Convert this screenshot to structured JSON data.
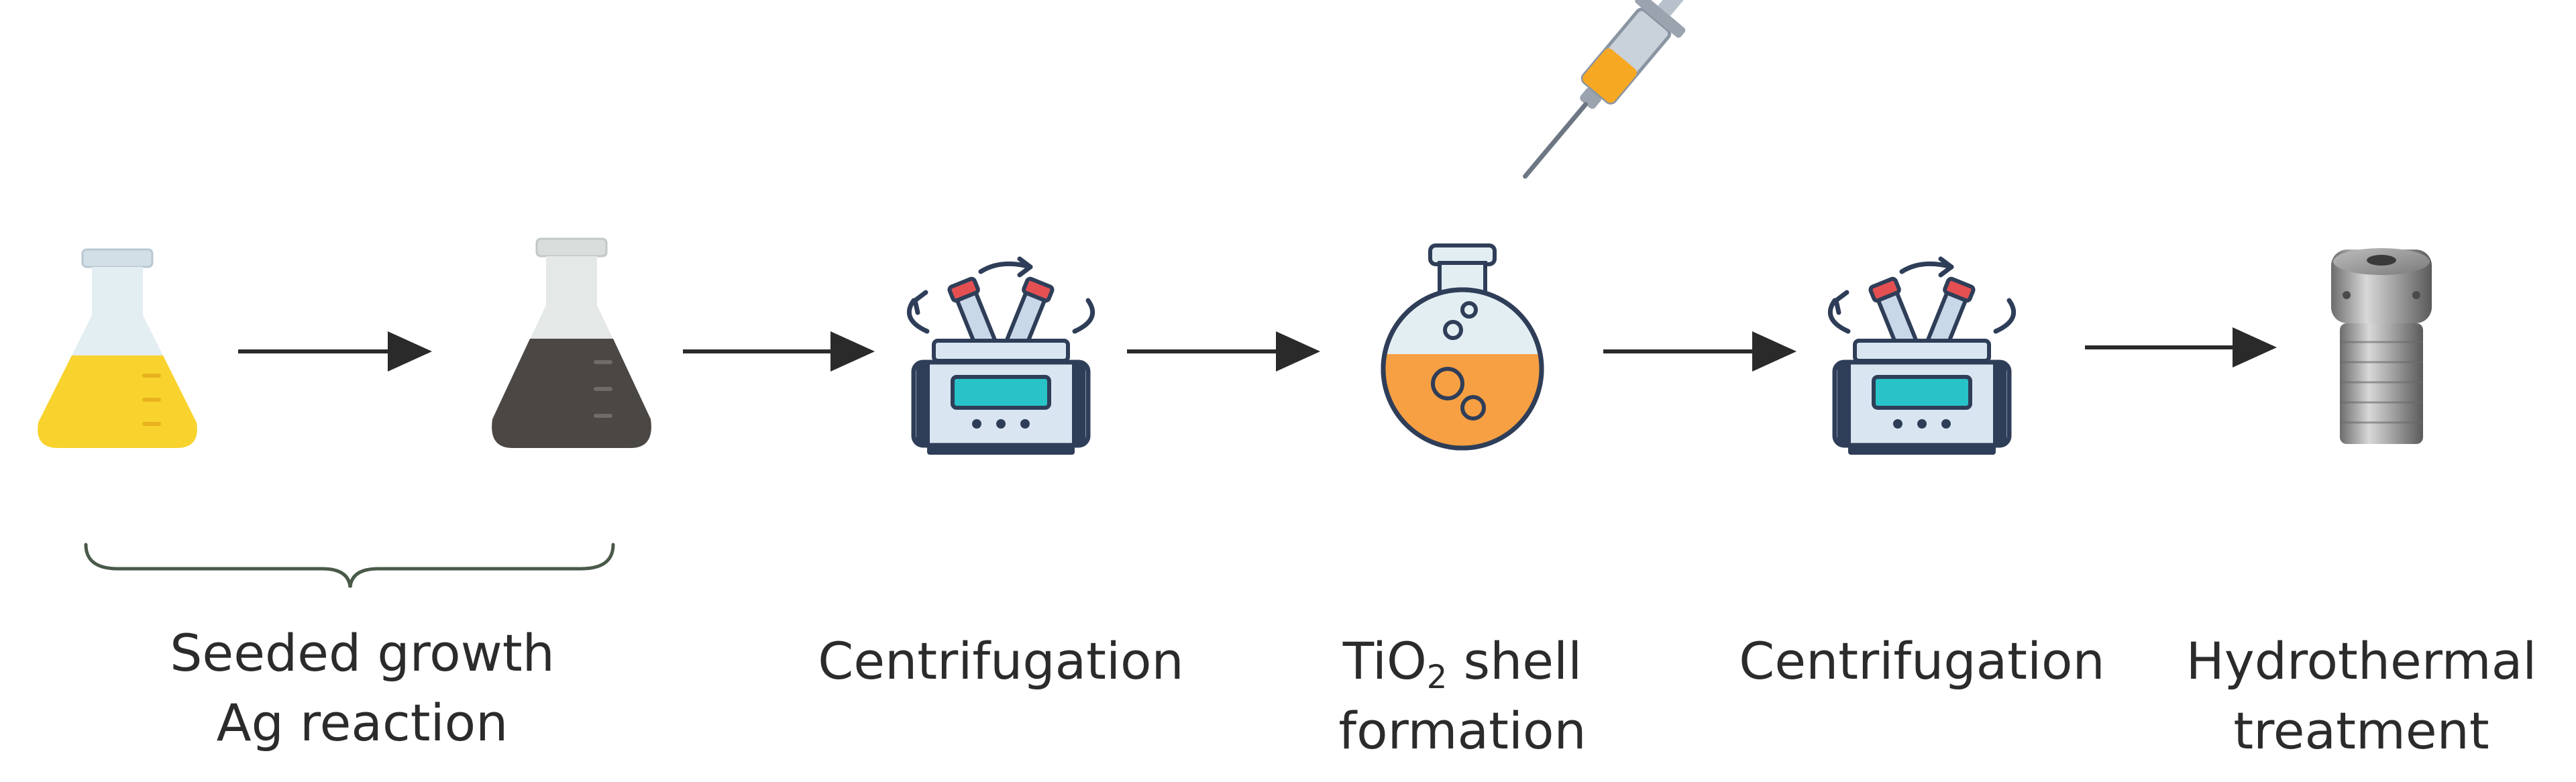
{
  "steps": [
    {
      "id": "yellow-flask",
      "lines": [
        "Seeded growth",
        "Ag reaction"
      ]
    },
    {
      "id": "centrifuge-1",
      "lines": [
        "Centrifugation"
      ]
    },
    {
      "id": "tio2-flask",
      "line1_prefix": "TiO",
      "line1_sub": "2",
      "line1_suffix": " shell",
      "line2": "formation"
    },
    {
      "id": "centrifuge-2",
      "lines": [
        "Centrifugation"
      ]
    },
    {
      "id": "autoclave",
      "lines": [
        "Hydrothermal",
        "treatment"
      ]
    }
  ],
  "icons": [
    "flask-yellow-icon",
    "flask-dark-icon",
    "centrifuge-icon",
    "syringe-icon",
    "round-flask-icon",
    "centrifuge-icon",
    "autoclave-icon",
    "arrow-icon",
    "brace-icon"
  ],
  "colors": {
    "arrow": "#2a2a2a",
    "brace": "#4a5a4a",
    "yellow_solution": "#F8D32E",
    "dark_solution": "#4a4744",
    "orange_solution": "#F7A043",
    "centrifuge_screen": "#27C3C8",
    "centrifuge_body": "#D9E6F2",
    "tube_cap": "#E45052",
    "outline": "#2F3E58"
  }
}
